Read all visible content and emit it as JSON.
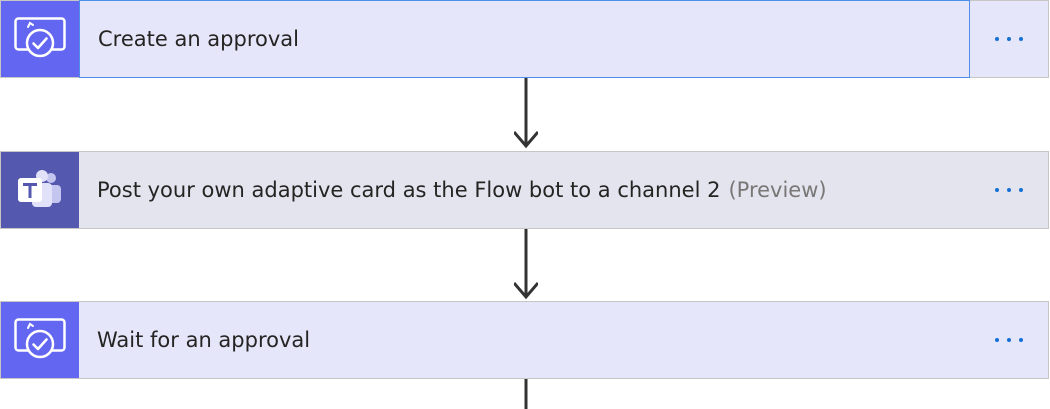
{
  "steps": [
    {
      "title": "Create an approval",
      "icon": "approval-icon",
      "type": "approval"
    },
    {
      "title": "Post your own adaptive card as the Flow bot to a channel 2",
      "suffix": "(Preview)",
      "icon": "teams-icon",
      "type": "teams"
    },
    {
      "title": "Wait for an approval",
      "icon": "approval-icon",
      "type": "approval"
    }
  ],
  "menu_icon": "more-options-icon",
  "colors": {
    "approval_icon_bg": "#6366f1",
    "teams_icon_bg": "#5558af",
    "approval_card_bg": "#e6e6fa",
    "teams_card_bg": "#e4e4ef",
    "menu_accent": "#1570d6",
    "focus_border": "#4d8fe8"
  }
}
